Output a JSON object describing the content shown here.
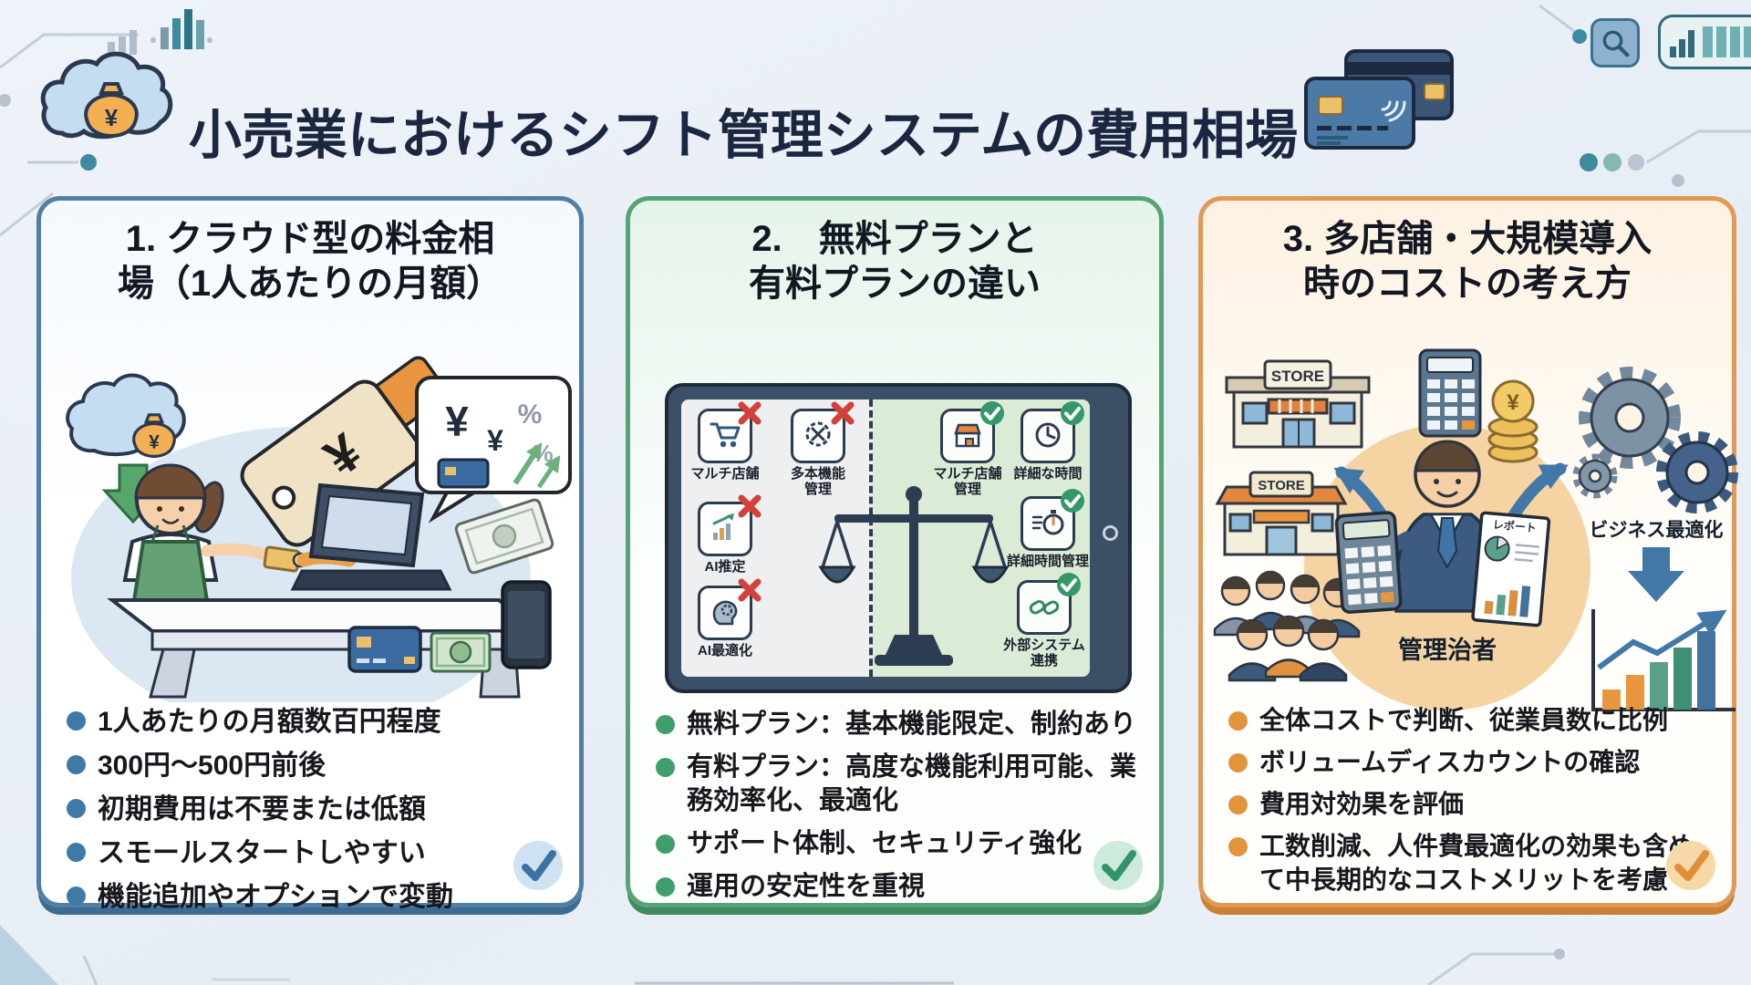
{
  "theme": {
    "background": "#eaf0f7",
    "title_color": "#1b2741",
    "panel1_accent": "#517fa4",
    "panel2_accent": "#55a377",
    "panel3_accent": "#e19a55"
  },
  "header": {
    "title": "小売業におけるシフト管理システムの費用相場",
    "cloud_bag_symbol": "¥"
  },
  "panels": [
    {
      "title": "1. クラウド型の料金相\n場（1人あたりの月額）",
      "accent": "#517fa4",
      "illustration": {
        "cloud_bag_symbol": "¥",
        "tag_symbol": "¥",
        "bubble_yen_large": "¥",
        "bubble_yen_small": "¥",
        "bubble_percent_1": "%",
        "bubble_percent_2": "%"
      },
      "bullets": [
        "1人あたりの月額数百円程度",
        "300円～500円前後",
        "初期費用は不要または低額",
        "スモールスタートしやすい",
        "機能追加やオプションで変動"
      ]
    },
    {
      "title": "2.　無料プランと\n有料プランの違い",
      "accent": "#55a377",
      "tablet": {
        "free_features": [
          {
            "icon": "cart-icon",
            "label": "マルチ店舗"
          },
          {
            "icon": "blocked-icon",
            "label": "多本機能\n管理"
          },
          {
            "icon": "ai-chart-icon",
            "label": "AI推定"
          },
          {
            "icon": "ai-head-icon",
            "label": "AI最適化"
          }
        ],
        "paid_features": [
          {
            "icon": "store-icon",
            "label": "マルチ店舗\n管理"
          },
          {
            "icon": "clock-icon",
            "label": "詳細な時間"
          },
          {
            "icon": "stopwatch-icon",
            "label": "詳細時間管理"
          },
          {
            "icon": "link-icon",
            "label": "外部システム\n連携"
          }
        ]
      },
      "bullets": [
        "無料プラン：基本機能限定、制約あり",
        "有料プラン：高度な機能利用可能、業務効率化、最適化",
        "サポート体制、セキュリティ強化",
        "運用の安定性を重視"
      ]
    },
    {
      "title": "3. 多店舗・大規模導入\n時のコストの考え方",
      "accent": "#e19a55",
      "illustration": {
        "store_label_1": "STORE",
        "store_label_2": "STORE",
        "coin_symbol": "¥",
        "business_label": "ビジネス最適化",
        "report_label": "レポート",
        "manager_label": "管理治者"
      },
      "bullets": [
        "全体コストで判断、従業員数に比例",
        "ボリュームディスカウントの確認",
        "費用対効果を評価",
        "工数削減、人件費最適化の効果も含めて中長期的なコストメリットを考慮"
      ]
    }
  ]
}
